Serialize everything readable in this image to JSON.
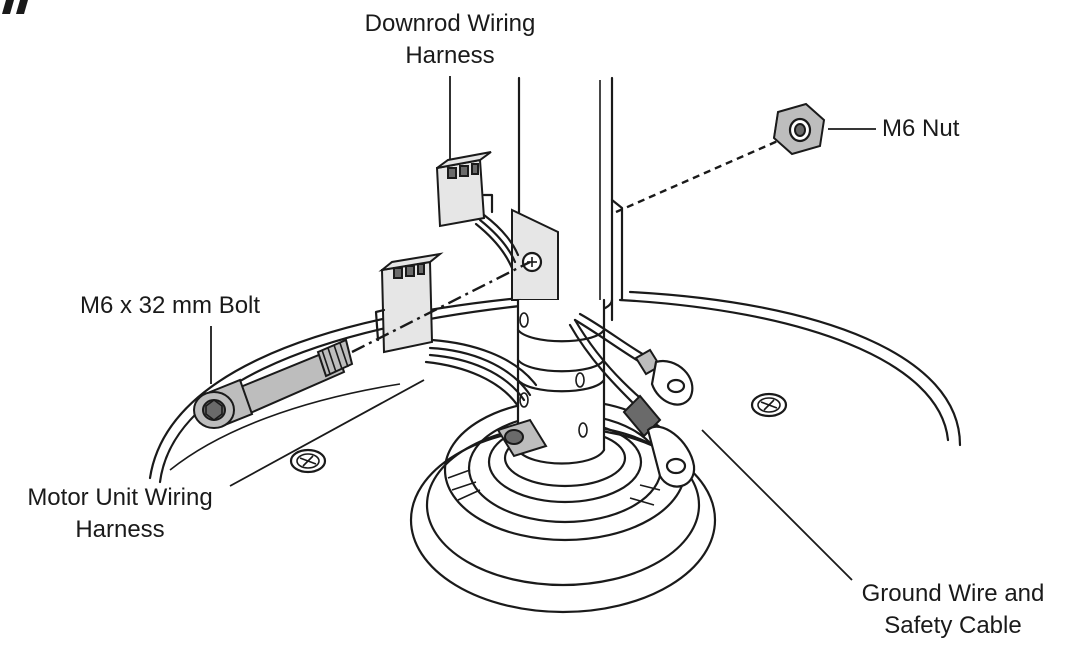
{
  "diagram": {
    "labels": {
      "downrod_harness": [
        "Downrod Wiring",
        "Harness"
      ],
      "m6_nut": "M6 Nut",
      "m6_bolt": "M6 x 32 mm Bolt",
      "motor_harness": [
        "Motor Unit Wiring",
        "Harness"
      ],
      "ground_wire": [
        "Ground Wire and",
        "Safety Cable"
      ]
    },
    "colors": {
      "line": "#1a1a1a",
      "metal_grey": "#bdbdbd",
      "dark_grey": "#6a6a6a"
    },
    "icons": {
      "screw_left": "phillips-screw-icon",
      "screw_right": "phillips-screw-icon"
    }
  }
}
